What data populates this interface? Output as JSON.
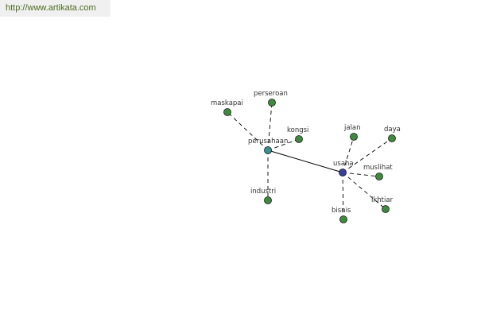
{
  "source_url": "http://www.artikata.com",
  "colors": {
    "leaf_node": "#3f8a3f",
    "primary_hub": "#3a3ea0",
    "secondary_hub": "#3b8f8f",
    "edge": "#000000",
    "url_text": "#4a6a1e"
  },
  "graph": {
    "nodes": [
      {
        "id": "usaha",
        "label": "usaha",
        "kind": "primary-hub"
      },
      {
        "id": "perusahaan",
        "label": "perusahaan",
        "kind": "secondary-hub"
      },
      {
        "id": "maskapai",
        "label": "maskapai",
        "kind": "leaf"
      },
      {
        "id": "perseroan",
        "label": "perseroan",
        "kind": "leaf"
      },
      {
        "id": "kongsi",
        "label": "kongsi",
        "kind": "leaf"
      },
      {
        "id": "industri",
        "label": "industri",
        "kind": "leaf"
      },
      {
        "id": "jalan",
        "label": "jalan",
        "kind": "leaf"
      },
      {
        "id": "daya",
        "label": "daya",
        "kind": "leaf"
      },
      {
        "id": "muslihat",
        "label": "muslihat",
        "kind": "leaf"
      },
      {
        "id": "ikhtiar",
        "label": "ikhtiar",
        "kind": "leaf"
      },
      {
        "id": "bisnis",
        "label": "bisnis",
        "kind": "leaf"
      }
    ],
    "edges": [
      {
        "from": "usaha",
        "to": "perusahaan",
        "style": "solid"
      },
      {
        "from": "perusahaan",
        "to": "maskapai",
        "style": "dashed"
      },
      {
        "from": "perusahaan",
        "to": "perseroan",
        "style": "dashed"
      },
      {
        "from": "perusahaan",
        "to": "kongsi",
        "style": "dashed"
      },
      {
        "from": "perusahaan",
        "to": "industri",
        "style": "dashed"
      },
      {
        "from": "usaha",
        "to": "jalan",
        "style": "dashed"
      },
      {
        "from": "usaha",
        "to": "daya",
        "style": "dashed"
      },
      {
        "from": "usaha",
        "to": "muslihat",
        "style": "dashed"
      },
      {
        "from": "usaha",
        "to": "ikhtiar",
        "style": "dashed"
      },
      {
        "from": "usaha",
        "to": "bisnis",
        "style": "dashed"
      }
    ]
  }
}
